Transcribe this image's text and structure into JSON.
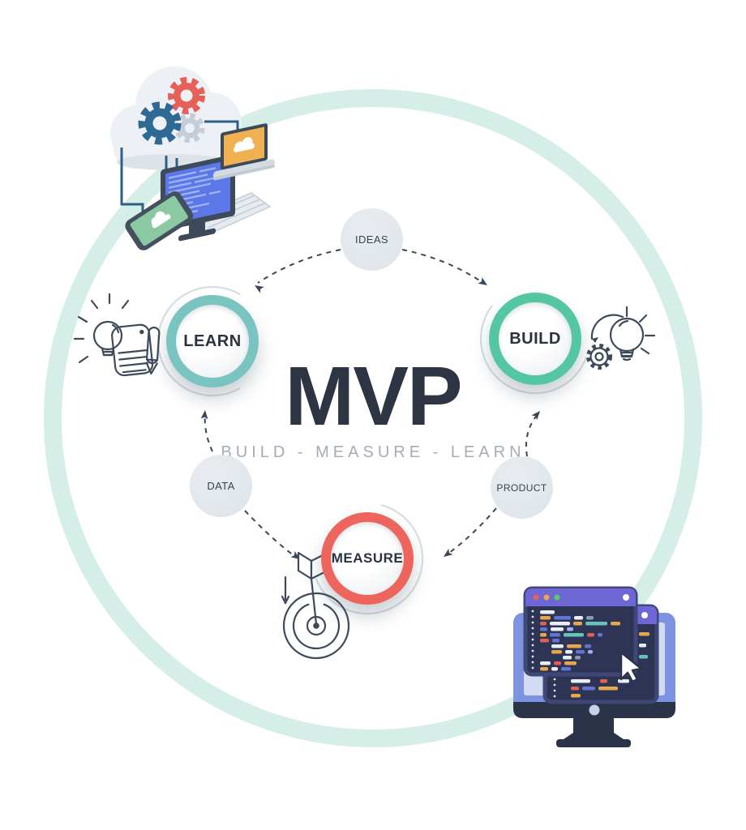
{
  "diagram": {
    "heading": "MVP",
    "subheading": "BUILD - MEASURE - LEARN",
    "stages": [
      {
        "label": "LEARN",
        "ring_color": "#79c3c1"
      },
      {
        "label": "BUILD",
        "ring_color": "#55c6a2"
      },
      {
        "label": "MEASURE",
        "ring_color": "#ee655e"
      }
    ],
    "connectors": [
      {
        "label": "IDEAS"
      },
      {
        "label": "PRODUCT"
      },
      {
        "label": "DATA"
      }
    ]
  },
  "colors": {
    "outer_ring": "#d5eee8",
    "heading_text": "#2d3442",
    "subheading_text": "#a4adb7",
    "connector_fill": "#e4e9ee",
    "connector_text": "#3a424f",
    "dashed_arrow": "#3a4656"
  },
  "illustrations": {
    "top_left": "cloud-computing-devices",
    "bottom_right": "code-editor-monitor",
    "learn_side": "lightbulb-notepad-pencil",
    "build_side": "gear-and-lightbulb",
    "measure_side": "dart-on-target"
  }
}
